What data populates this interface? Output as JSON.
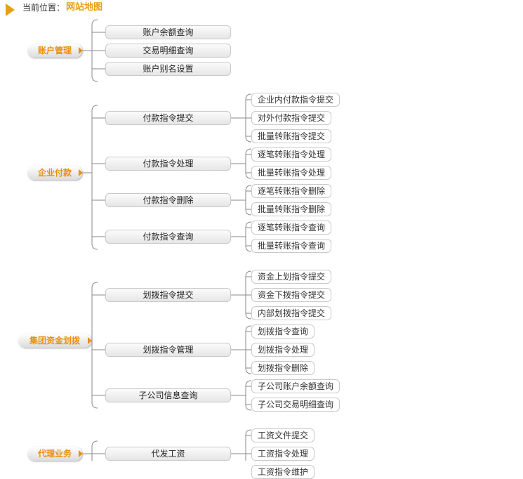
{
  "breadcrumb": {
    "label": "当前位置：",
    "current": "网站地图"
  },
  "categories": [
    {
      "label": "账户管理",
      "items": [
        {
          "label": "账户余额查询",
          "children": []
        },
        {
          "label": "交易明细查询",
          "children": []
        },
        {
          "label": "账户别名设置",
          "children": []
        }
      ]
    },
    {
      "label": "企业付款",
      "items": [
        {
          "label": "付款指令提交",
          "children": [
            "企业内付款指令提交",
            "对外付款指令提交",
            "批量转账指令提交"
          ]
        },
        {
          "label": "付款指令处理",
          "children": [
            "逐笔转账指令处理",
            "批量转账指令处理"
          ]
        },
        {
          "label": "付款指令删除",
          "children": [
            "逐笔转账指令删除",
            "批量转账指令删除"
          ]
        },
        {
          "label": "付款指令查询",
          "children": [
            "逐笔转账指令查询",
            "批量转账指令查询"
          ]
        }
      ]
    },
    {
      "label": "集团资金划拨",
      "items": [
        {
          "label": "划拨指令提交",
          "children": [
            "资金上划指令提交",
            "资金下拨指令提交",
            "内部划拨指令提交"
          ]
        },
        {
          "label": "划拨指令管理",
          "children": [
            "划拨指令查询",
            "划拨指令处理",
            "划拨指令删除"
          ]
        },
        {
          "label": "子公司信息查询",
          "children": [
            "子公司账户余额查询",
            "子公司交易明细查询"
          ]
        }
      ]
    },
    {
      "label": "代理业务",
      "items": [
        {
          "label": "代发工资",
          "children": [
            "工资文件提交",
            "工资指令处理",
            "工资指令维护"
          ]
        }
      ]
    }
  ]
}
